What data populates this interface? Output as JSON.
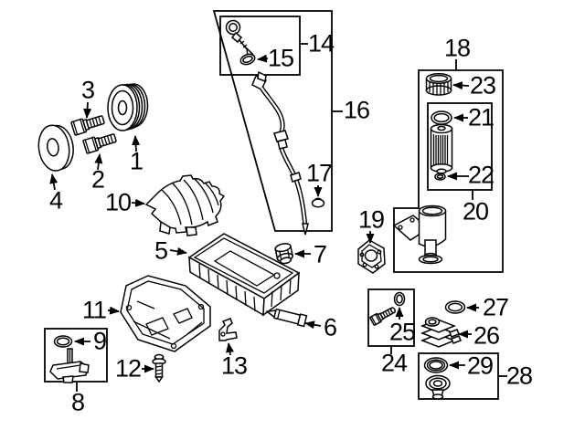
{
  "page": {
    "background_color": "#ffffff",
    "line_color": "#000000",
    "label_color": "#000000"
  },
  "callouts": {
    "c1": "1",
    "c2": "2",
    "c3": "3",
    "c4": "4",
    "c5": "5",
    "c6": "6",
    "c7": "7",
    "c8": "8",
    "c9": "9",
    "c10": "10",
    "c11": "11",
    "c12": "12",
    "c13": "13",
    "c14": "14",
    "c15": "15",
    "c16": "16",
    "c17": "17",
    "c18": "18",
    "c19": "19",
    "c20": "20",
    "c21": "21",
    "c22": "22",
    "c23": "23",
    "c24": "24",
    "c25": "25",
    "c26": "26",
    "c27": "27",
    "c28": "28",
    "c29": "29"
  },
  "part_icons": {
    "1": "crankshaft-pulley-icon",
    "2": "hex-bolt-icon",
    "3": "hex-bolt-icon",
    "4": "pulley-washer-icon",
    "5": "upper-oil-pan-icon",
    "6": "sealant-tube-icon",
    "7": "drain-plug-icon",
    "8": "oil-level-sensor-icon",
    "9": "o-ring-icon",
    "10": "oil-baffle-icon",
    "11": "lower-oil-pan-icon",
    "12": "stud-bolt-icon",
    "13": "bracket-icon",
    "14": "dipstick-icon",
    "15": "o-ring-icon",
    "16": "dipstick-tube-icon",
    "17": "grommet-icon",
    "18": "filter-assembly-box",
    "19": "gasket-icon",
    "20": "filter-kit-box",
    "21": "o-ring-icon",
    "22": "o-ring-icon",
    "23": "filter-cap-icon",
    "24": "valve-kit-box",
    "25": "valve-bolt-icon",
    "26": "oil-cooler-icon",
    "27": "o-ring-icon",
    "28": "seal-kit-box",
    "29": "seal-ring-icon"
  }
}
